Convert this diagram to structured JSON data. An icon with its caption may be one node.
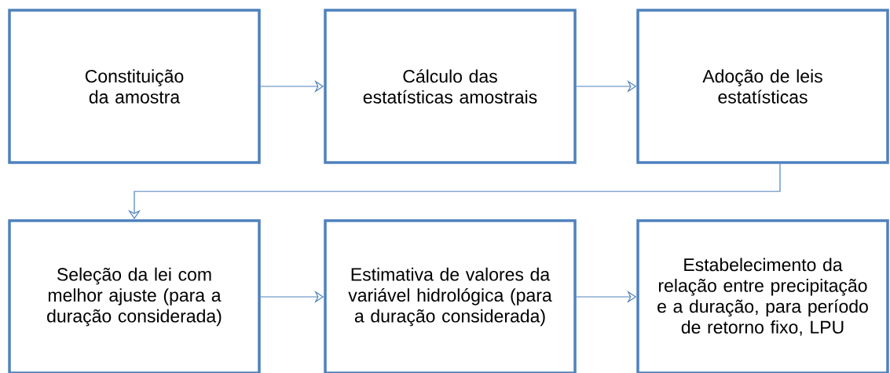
{
  "diagram": {
    "nodes": [
      {
        "text": [
          "Constituição da amostra"
        ]
      },
      {
        "text": [
          "Cálculo das estatísticas amostrais"
        ]
      },
      {
        "text": [
          "Adoção de leis estatísticas"
        ]
      },
      {
        "text": [
          "Seleção da lei com melhor ajuste (para a duração considerada)"
        ]
      },
      {
        "text": [
          "Estimativa de valores da variável hidrológica (para a duração considerada)"
        ]
      },
      {
        "text": [
          "Estabelecimento da relação entre precipitação e a duração, para período de retorno fixo, LPU"
        ]
      }
    ],
    "edges": [
      {
        "from": 0,
        "to": 1,
        "arrow": "to"
      },
      {
        "from": 1,
        "to": 2,
        "arrow": "to"
      },
      {
        "from": 2,
        "to": 3,
        "arrow": "to"
      },
      {
        "from": 3,
        "to": 4,
        "arrow": "to"
      },
      {
        "from": 4,
        "to": 5,
        "arrow": "to"
      }
    ]
  }
}
